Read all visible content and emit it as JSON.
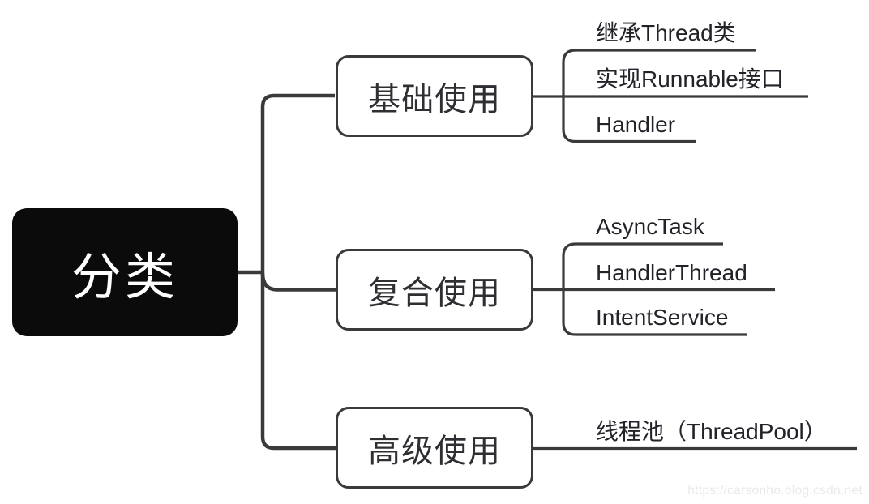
{
  "diagram": {
    "type": "mindmap",
    "root": {
      "label": "分类"
    },
    "branches": [
      {
        "label": "基础使用",
        "children": [
          "继承Thread类",
          "实现Runnable接口",
          "Handler"
        ]
      },
      {
        "label": "复合使用",
        "children": [
          "AsyncTask",
          "HandlerThread",
          "IntentService"
        ]
      },
      {
        "label": "高级使用",
        "children": [
          "线程池（ThreadPool）"
        ]
      }
    ],
    "watermark": "https://carsonho.blog.csdn.net",
    "colors": {
      "line": "#3a3a3a",
      "root_fill": "#0b0b0b",
      "root_text": "#ffffff",
      "text": "#222228",
      "node_text": "#2e2e33",
      "watermark": "#e9e9ec",
      "bg": "#ffffff"
    }
  }
}
